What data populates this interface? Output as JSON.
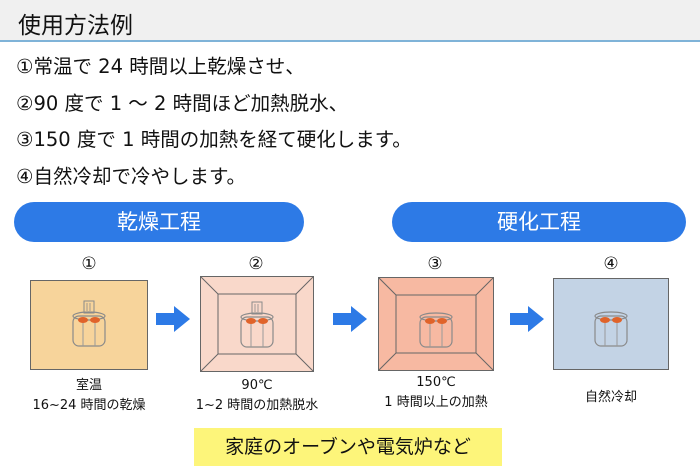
{
  "title": "使用方法例",
  "steps": [
    "①常温で 24 時間以上乾燥させ、",
    "②90 度で 1 〜 2 時間ほど加熱脱水、",
    "③150 度で 1 時間の加熱を経て硬化します。",
    "④自然冷却で冷やします。"
  ],
  "phases": [
    {
      "label": "乾燥工程"
    },
    {
      "label": "硬化工程"
    }
  ],
  "stages": [
    {
      "number": "①",
      "caption_line1": "室温",
      "caption_line2": "16~24 時間の乾燥",
      "color": "#f7d49b"
    },
    {
      "number": "②",
      "caption_line1": "90℃",
      "caption_line2": "1~2 時間の加熱脱水",
      "color": "#f9d8ca"
    },
    {
      "number": "③",
      "caption_line1": "150℃",
      "caption_line2": "1 時間以上の加熱",
      "color": "#f7b9a2"
    },
    {
      "number": "④",
      "caption_line1": "自然冷却",
      "caption_line2": "",
      "color": "#c3d3e5"
    }
  ],
  "note": "家庭のオーブンや電気炉など",
  "colors": {
    "accent": "#2d7ae6",
    "heading_rule": "#7fb3d8",
    "note_bg": "#fdf57a",
    "sample_orange": "#e0632a"
  }
}
